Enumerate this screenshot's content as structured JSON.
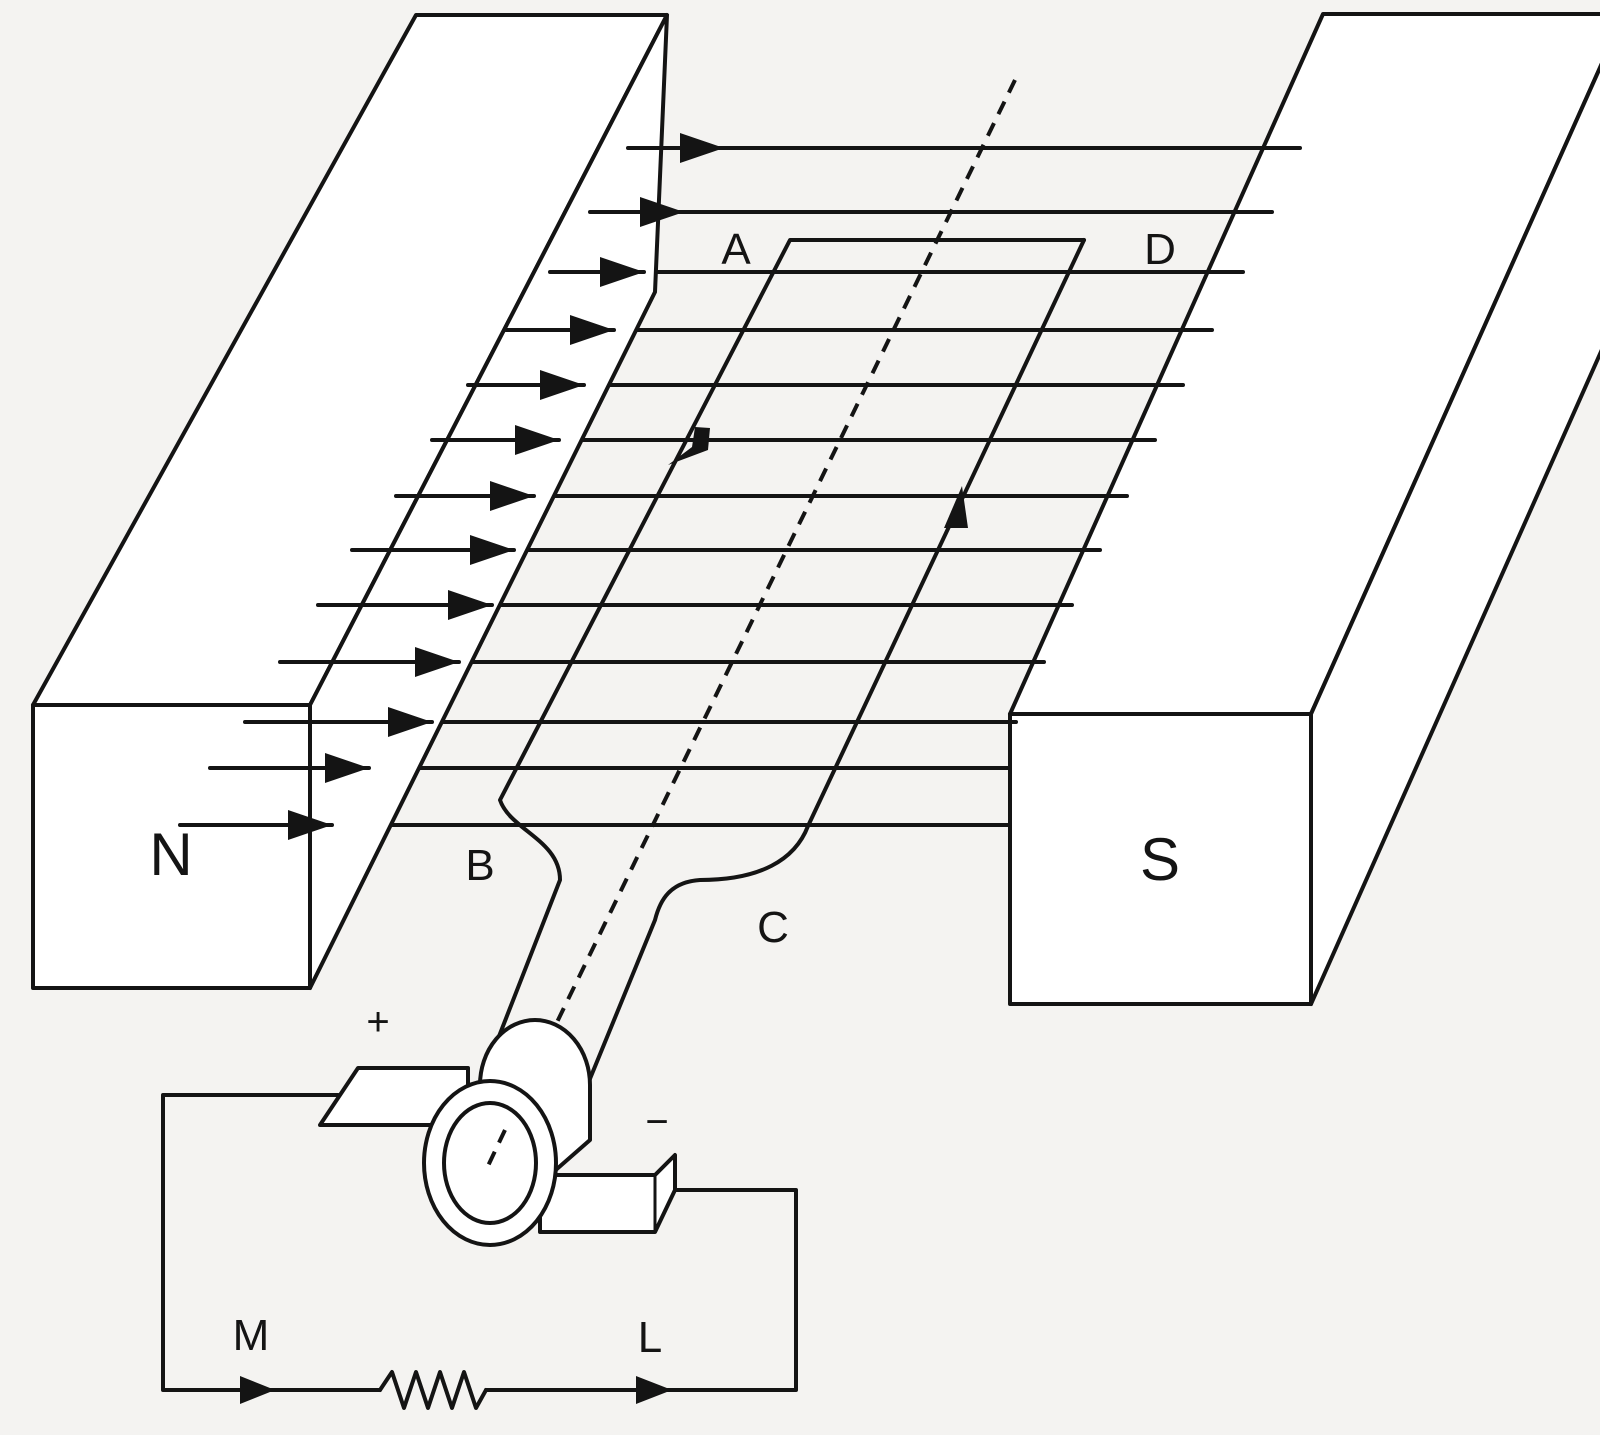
{
  "magnets": {
    "north_label": "N",
    "south_label": "S"
  },
  "coil": {
    "corner_a": "A",
    "corner_b": "B",
    "corner_c": "C",
    "corner_d": "D"
  },
  "brushes": {
    "positive_sign": "+",
    "negative_sign": "−"
  },
  "circuit": {
    "point_m": "M",
    "point_l": "L"
  },
  "field": {
    "line_count": 13,
    "direction": "north-to-south"
  }
}
